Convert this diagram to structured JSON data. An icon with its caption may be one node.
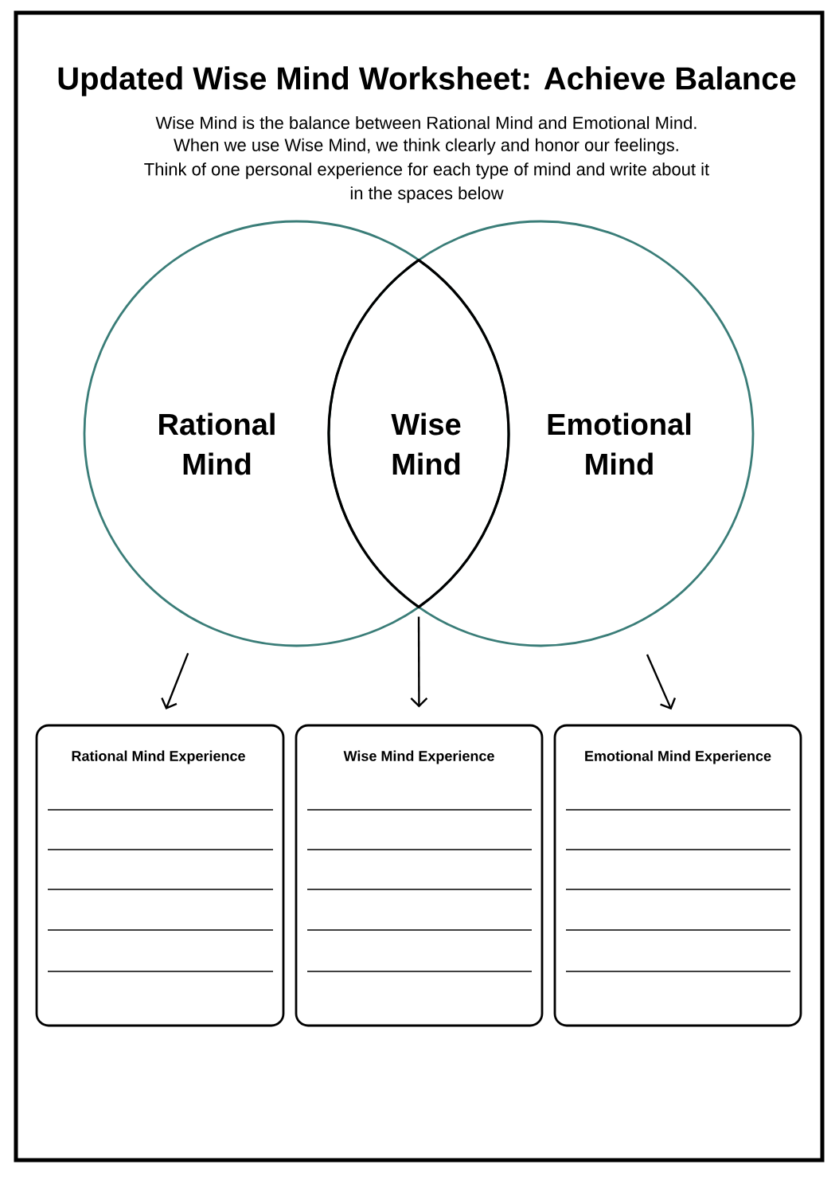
{
  "diagram": {
    "title": "Updated Wise Mind Worksheet: Achieve Balance",
    "nodes": [
      {
        "text": [
          "Rational Mind"
        ]
      },
      {
        "text": [
          "Wise Mind"
        ]
      },
      {
        "text": [
          "Emotional Mind"
        ]
      },
      {
        "text": [
          "Rational Mind Experience"
        ]
      },
      {
        "text": [
          "Wise Mind Experience"
        ]
      },
      {
        "text": [
          "Emotional Mind Experience"
        ]
      }
    ],
    "edges": [
      {
        "from": 0,
        "to": 3,
        "arrow": "to"
      },
      {
        "from": 1,
        "to": 4,
        "arrow": "to"
      },
      {
        "from": 2,
        "to": 5,
        "arrow": "to"
      }
    ],
    "labels": [
      "Wise Mind is the balance between Rational Mind and Emotional Mind.",
      "When we use Wise Mind, we think clearly and honor our feelings.",
      "Think of one personal experience for each type of mind and write about it in the spaces below"
    ]
  }
}
